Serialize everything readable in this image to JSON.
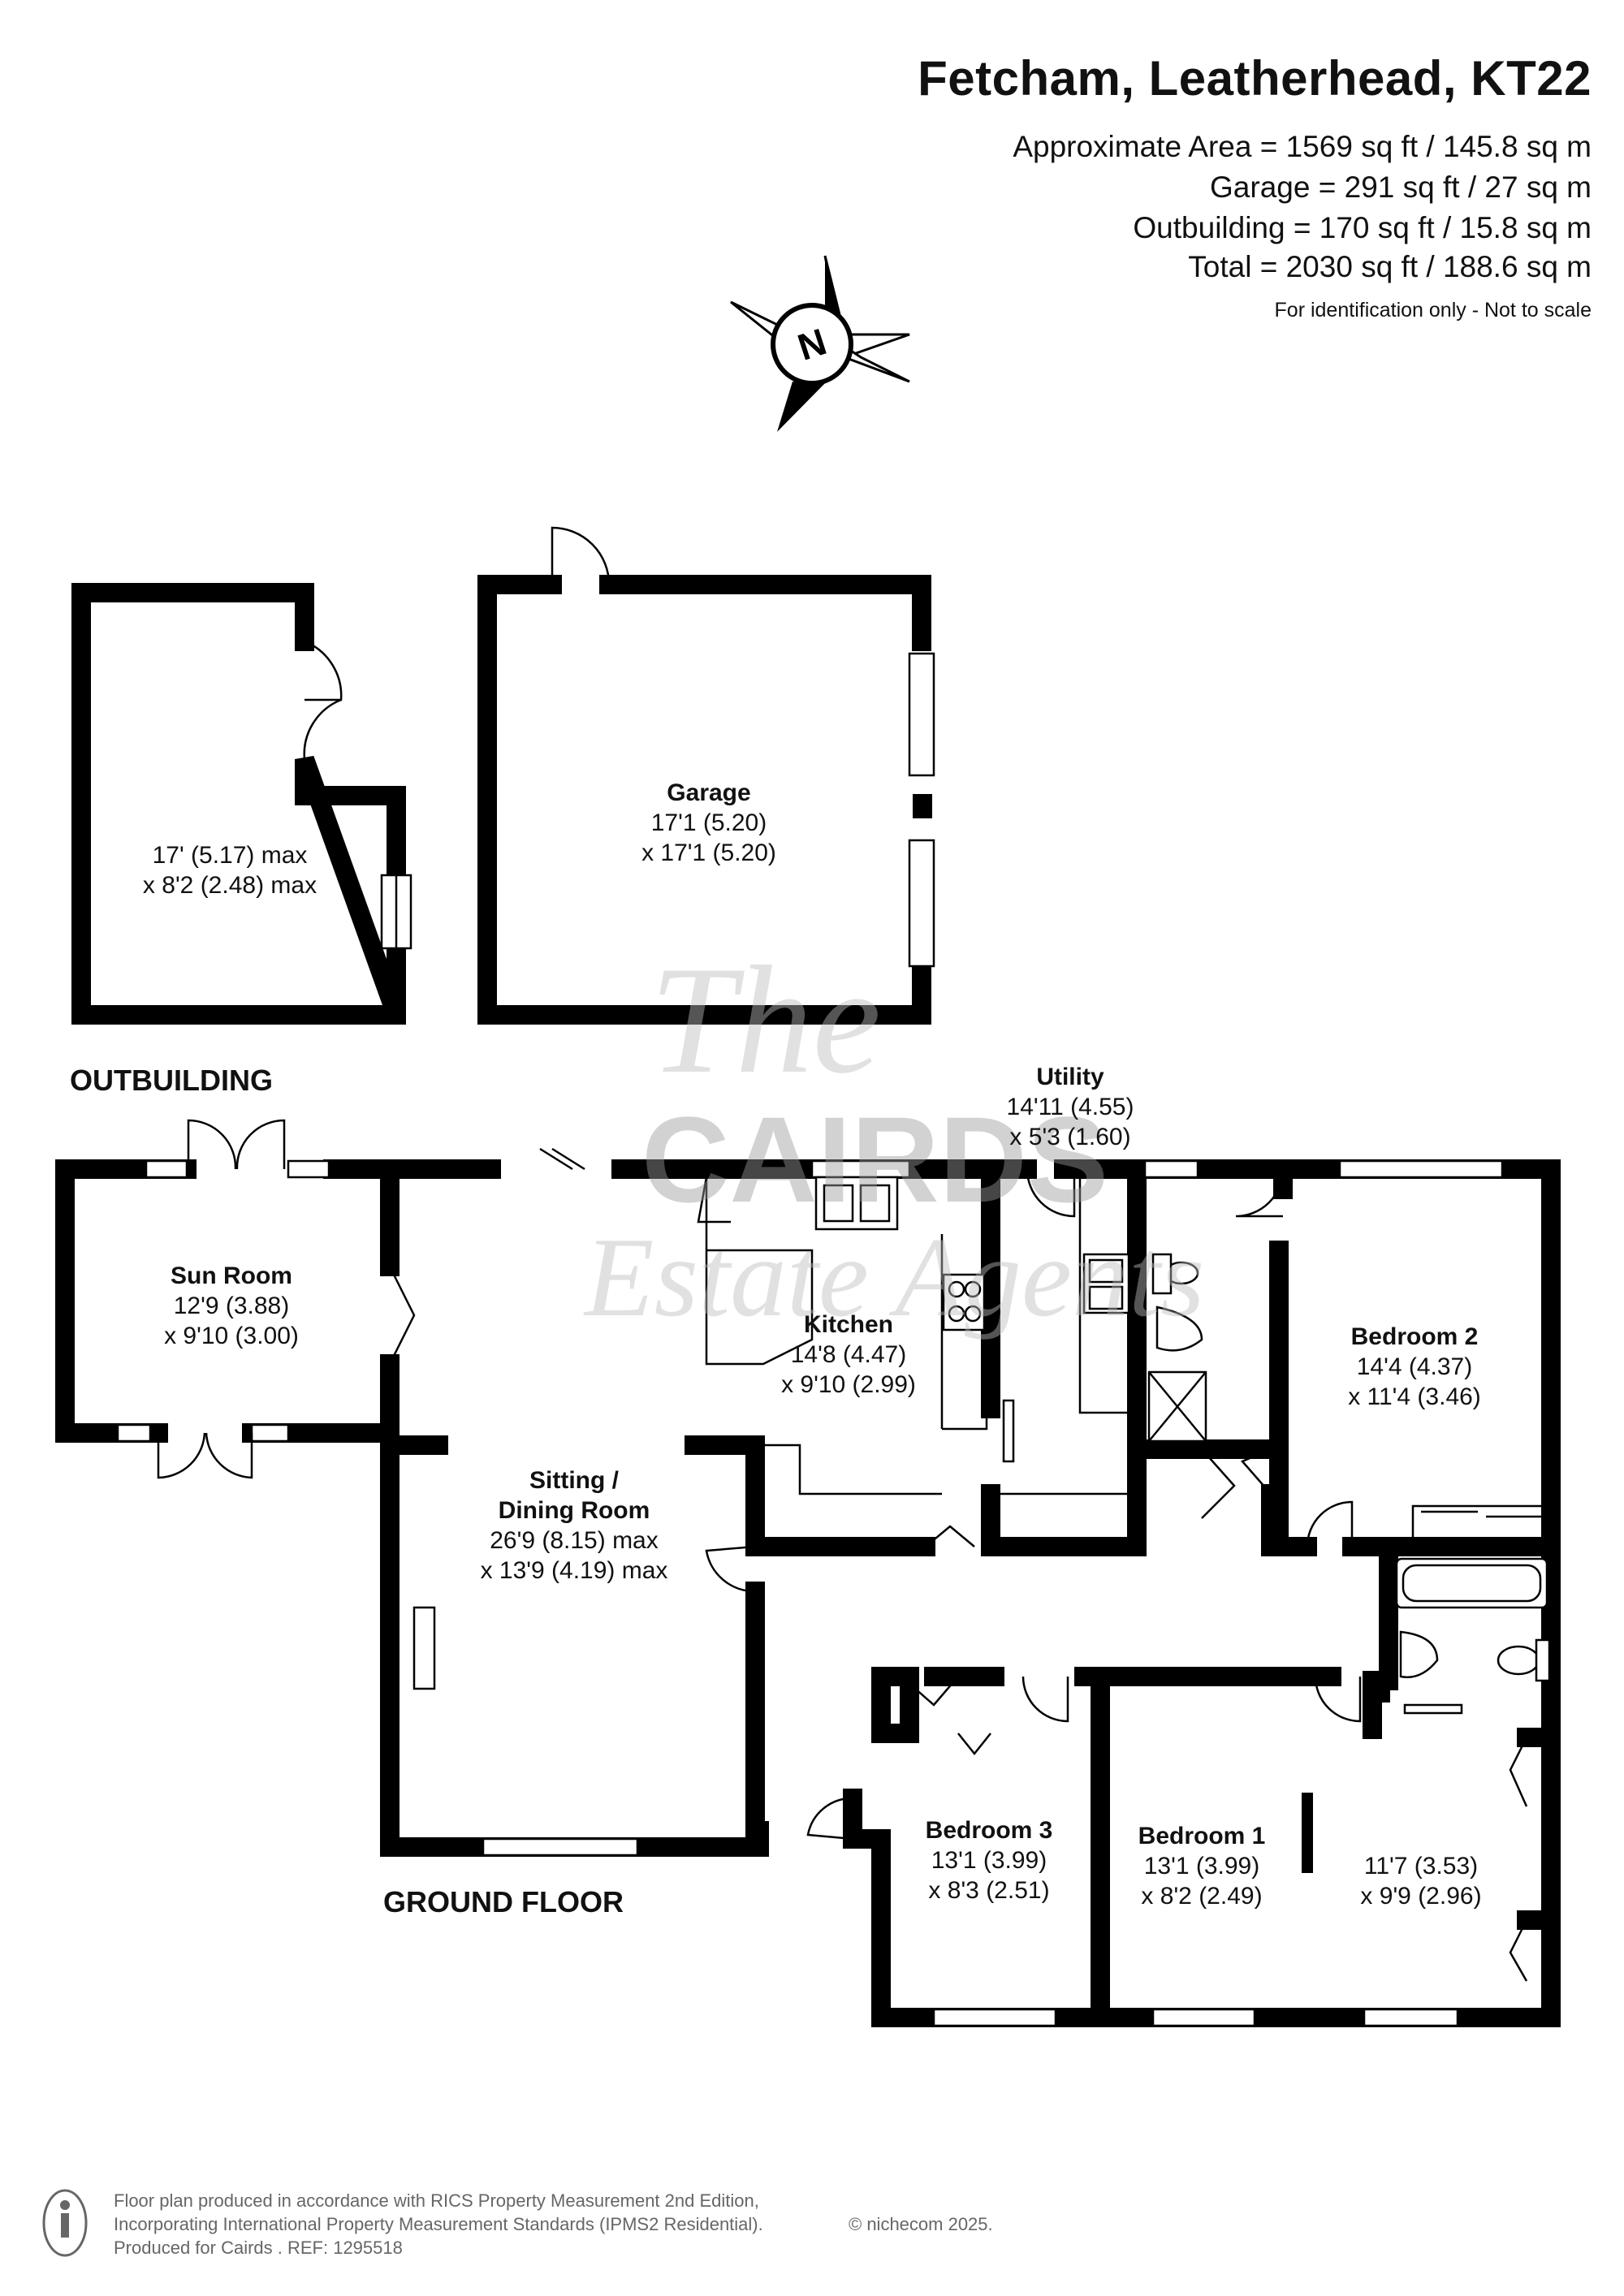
{
  "header": {
    "title": "Fetcham, Leatherhead, KT22",
    "areas": [
      "Approximate Area = 1569 sq ft / 145.8 sq m",
      "Garage = 291 sq ft / 27 sq m",
      "Outbuilding = 170 sq ft / 15.8 sq m",
      "Total = 2030 sq ft / 188.6 sq m"
    ],
    "note": "For identification only - Not to scale"
  },
  "compass": {
    "label": "N"
  },
  "floors": {
    "outbuilding": "OUTBUILDING",
    "ground": "GROUND FLOOR"
  },
  "rooms": {
    "outbuilding": {
      "dim1": "17' (5.17) max",
      "dim2": "x 8'2 (2.48) max"
    },
    "garage": {
      "name": "Garage",
      "dim1": "17'1 (5.20)",
      "dim2": "x 17'1 (5.20)"
    },
    "utility": {
      "name": "Utility",
      "dim1": "14'11 (4.55)",
      "dim2": "x 5'3 (1.60)"
    },
    "sun_room": {
      "name": "Sun Room",
      "dim1": "12'9 (3.88)",
      "dim2": "x 9'10 (3.00)"
    },
    "kitchen": {
      "name": "Kitchen",
      "dim1": "14'8 (4.47)",
      "dim2": "x 9'10 (2.99)"
    },
    "bedroom2": {
      "name": "Bedroom 2",
      "dim1": "14'4 (4.37)",
      "dim2": "x 11'4 (3.46)"
    },
    "sitting": {
      "name1": "Sitting /",
      "name2": "Dining Room",
      "dim1": "26'9 (8.15) max",
      "dim2": "x 13'9 (4.19) max"
    },
    "bedroom3": {
      "name": "Bedroom 3",
      "dim1": "13'1 (3.99)",
      "dim2": "x 8'3 (2.51)"
    },
    "bedroom1": {
      "name": "Bedroom 1",
      "dim1": "13'1 (3.99)",
      "dim2": "x 8'2 (2.49)"
    },
    "bedroom1b": {
      "dim1": "11'7 (3.53)",
      "dim2": "x 9'9 (2.96)"
    }
  },
  "watermark": {
    "line1": "The",
    "line2": "CAIRDS",
    "line3": "Estate Agents"
  },
  "footer": {
    "line1": "Floor plan produced in accordance with RICS Property Measurement 2nd Edition,",
    "line2": "Incorporating International Property Measurement Standards (IPMS2 Residential).",
    "line3": "Produced for Cairds .    REF:  1295518",
    "credit": "© nichecom 2025."
  },
  "colors": {
    "wall": "#000000",
    "watermark": "#d9d9d9",
    "footer": "#666666"
  }
}
